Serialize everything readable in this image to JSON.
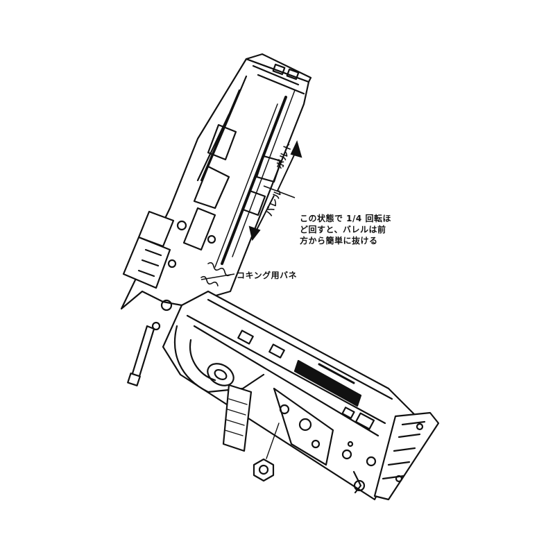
{
  "labels": {
    "bolt": "ボルト",
    "barrel": "バレル",
    "note_line1": "この状態で 1/4 回転ほ",
    "note_line2": "ど回すと、バレルは前",
    "note_line3": "方から簡単に抜ける",
    "spring": "コキング用バネ"
  },
  "colors": {
    "ink": "#111111",
    "paper": "#ffffff"
  }
}
